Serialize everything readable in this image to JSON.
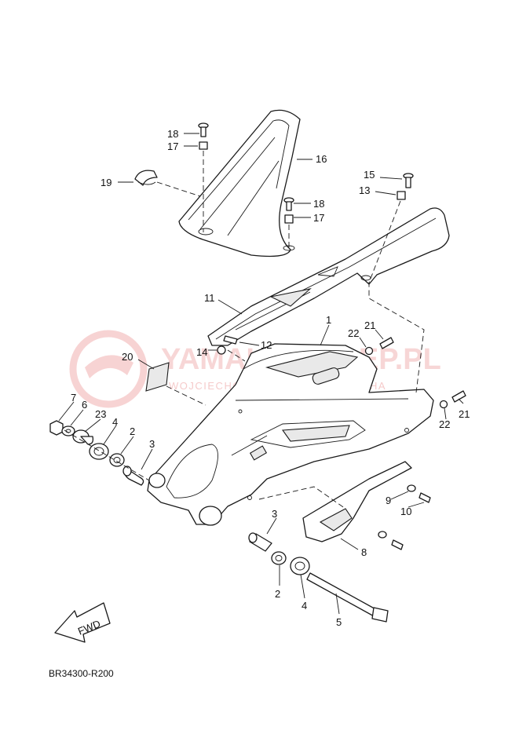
{
  "diagram_code": "BR34300-R200",
  "fwd_label": "FWD",
  "watermark": {
    "line1": "YAMAHA-SKLEP.PL",
    "line2": "WOJCIECHOWSKI - DEALER YAMAHA",
    "color": "#f1b5b5"
  },
  "callouts": [
    "1",
    "2",
    "3",
    "4",
    "5",
    "6",
    "7",
    "8",
    "9",
    "10",
    "11",
    "12",
    "13",
    "14",
    "15",
    "16",
    "17",
    "18",
    "19",
    "20",
    "21",
    "22",
    "23",
    "2",
    "3",
    "4",
    "17",
    "18",
    "21",
    "22"
  ],
  "colors": {
    "line": "#1a1a1a",
    "background": "#ffffff"
  }
}
